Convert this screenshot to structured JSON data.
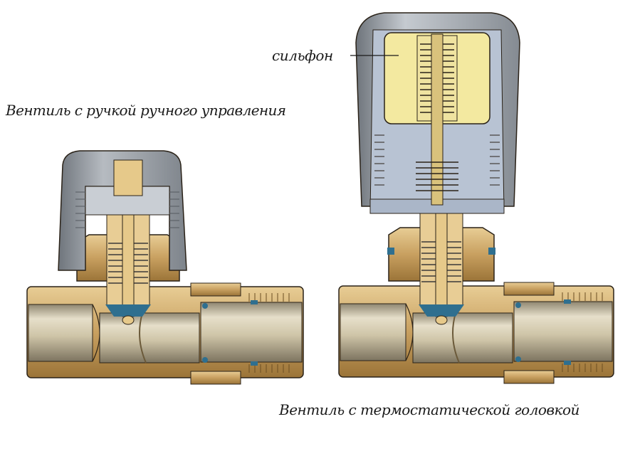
{
  "labels": {
    "manual_valve": "Вентиль с ручкой ручного управления",
    "thermo_valve": "Вентиль с термостатической головкой",
    "bellows": "сильфон"
  },
  "colors": {
    "background": "#ffffff",
    "brass": "#c8a060",
    "brass_dark": "#8a6630",
    "brass_light": "#e3c48c",
    "pipe_inner": "#d9d0b8",
    "pipe_shade": "#a89a7a",
    "handle_grey": "#8e949c",
    "handle_light": "#c9ced4",
    "thermo_body": "#b8c3d3",
    "bellows_fill": "#f3e9a0",
    "seal_blue": "#2f6f8f",
    "outline": "#2a2218",
    "spring": "#3a3a3a"
  }
}
